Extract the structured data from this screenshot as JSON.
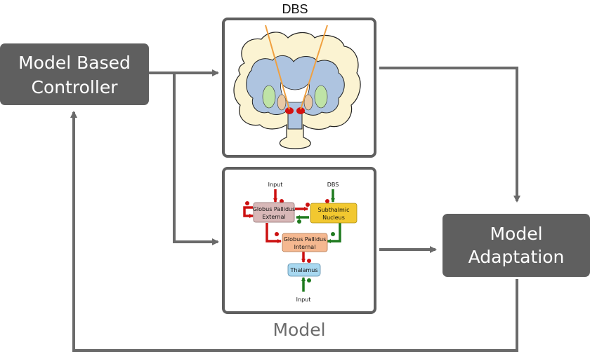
{
  "controller": {
    "line1": "Model Based",
    "line2": "Controller"
  },
  "adaptation": {
    "line1": "Model",
    "line2": "Adaptation"
  },
  "dbs_panel": {
    "title": "DBS"
  },
  "model_panel": {
    "caption": "Model",
    "nodes": {
      "gpe": {
        "line1": "Globus Pallidus",
        "line2": "External"
      },
      "stn": {
        "line1": "Subthalmic",
        "line2": "Nucleus"
      },
      "gpi": {
        "line1": "Globus Pallidus",
        "line2": "Internal"
      },
      "thalamus": {
        "label": "Thalamus"
      }
    },
    "inputs": {
      "top_left": "Input",
      "top_right": "DBS",
      "bottom": "Input"
    }
  },
  "colors": {
    "box": "#5f5f5f",
    "arrow": "#6a6a6a",
    "inhibitory": "#cc1111",
    "excitatory": "#1f7a1f",
    "gpe_fill": "#d8b8b8",
    "stn_fill": "#f2c830",
    "gpi_fill": "#f5b890",
    "thalamus_fill": "#a8d8f0",
    "brain_cortex": "#fbf3d2",
    "brain_white": "#aec4e0"
  }
}
